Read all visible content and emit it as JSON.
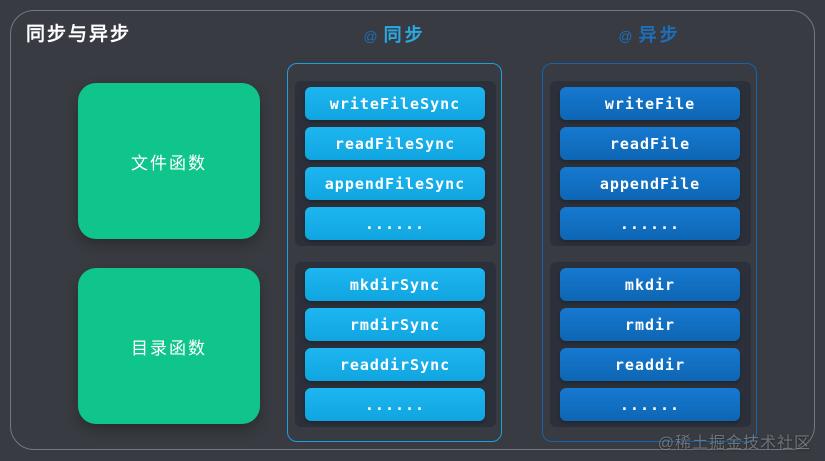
{
  "page": {
    "title": "同步与异步",
    "watermark": "@稀土掘金技术社区"
  },
  "colors": {
    "bg": "#383b41",
    "panel": "#2b303a",
    "green": "#10c58c",
    "sync-btn-top": "#1db6f0",
    "sync-btn-bottom": "#10a5e0",
    "async-btn-top": "#1679d0",
    "async-btn-bottom": "#0e66b4",
    "sync-border": "#1f9ede",
    "async-border": "#1565ae",
    "sync-header": "#2aa9e2",
    "async-header": "#1d6fbb",
    "at-color": "#1d6fbb",
    "title-color": "#ffffff"
  },
  "left_categories": [
    {
      "label": "文件函数"
    },
    {
      "label": "目录函数"
    }
  ],
  "columns": [
    {
      "id": "sync",
      "header": {
        "at": "@",
        "label": "同步"
      },
      "groups": [
        [
          "writeFileSync",
          "readFileSync",
          "appendFileSync",
          "......"
        ],
        [
          "mkdirSync",
          "rmdirSync",
          "readdirSync",
          "......"
        ]
      ]
    },
    {
      "id": "async",
      "header": {
        "at": "@",
        "label": "异步"
      },
      "groups": [
        [
          "writeFile",
          "readFile",
          "appendFile",
          "......"
        ],
        [
          "mkdir",
          "rmdir",
          "readdir",
          "......"
        ]
      ]
    }
  ]
}
